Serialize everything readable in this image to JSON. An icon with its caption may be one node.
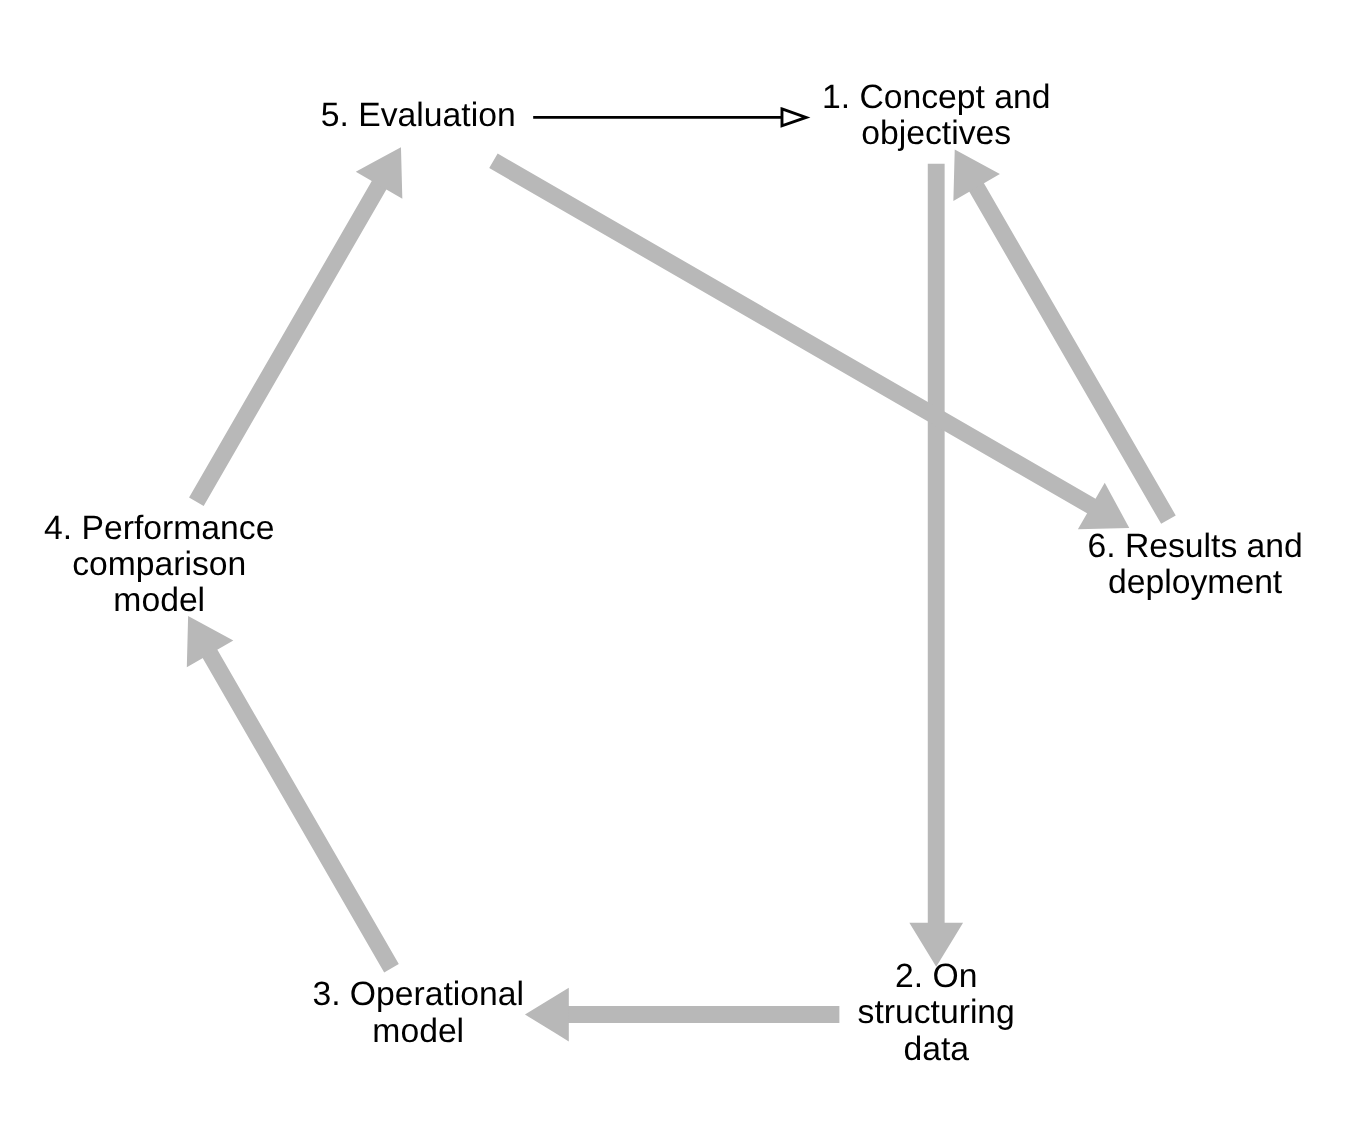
{
  "diagram": {
    "nodes": [
      {
        "text": [
          "1. Concept and objectives"
        ]
      },
      {
        "text": [
          "2. On structuring data"
        ]
      },
      {
        "text": [
          "3. Operational model"
        ]
      },
      {
        "text": [
          "4. Performance comparison model"
        ]
      },
      {
        "text": [
          "5. Evaluation"
        ]
      },
      {
        "text": [
          "6. Results and deployment"
        ]
      }
    ],
    "edges": [
      {
        "from": 0,
        "to": 1,
        "arrow": "to"
      },
      {
        "from": 1,
        "to": 2,
        "arrow": "to"
      },
      {
        "from": 2,
        "to": 3,
        "arrow": "to"
      },
      {
        "from": 3,
        "to": 4,
        "arrow": "to"
      },
      {
        "from": 4,
        "to": 5,
        "arrow": "to"
      },
      {
        "from": 5,
        "to": 0,
        "arrow": "to"
      },
      {
        "from": 4,
        "to": 0,
        "arrow": "to",
        "color": "#000000"
      }
    ]
  }
}
